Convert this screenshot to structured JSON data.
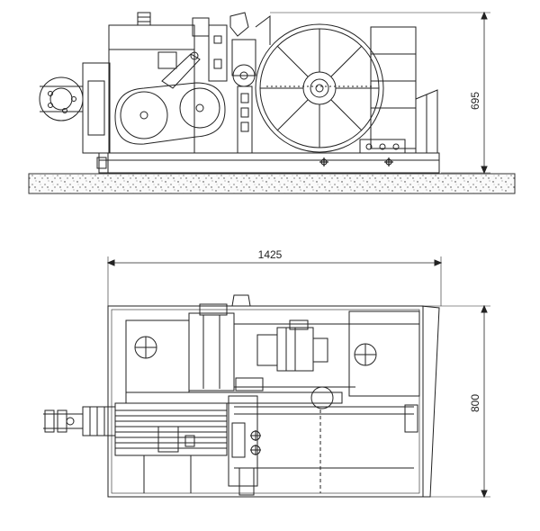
{
  "drawing": {
    "side_view": {
      "height_dimension": "695"
    },
    "top_view": {
      "width_dimension": "1425",
      "depth_dimension": "800"
    }
  }
}
